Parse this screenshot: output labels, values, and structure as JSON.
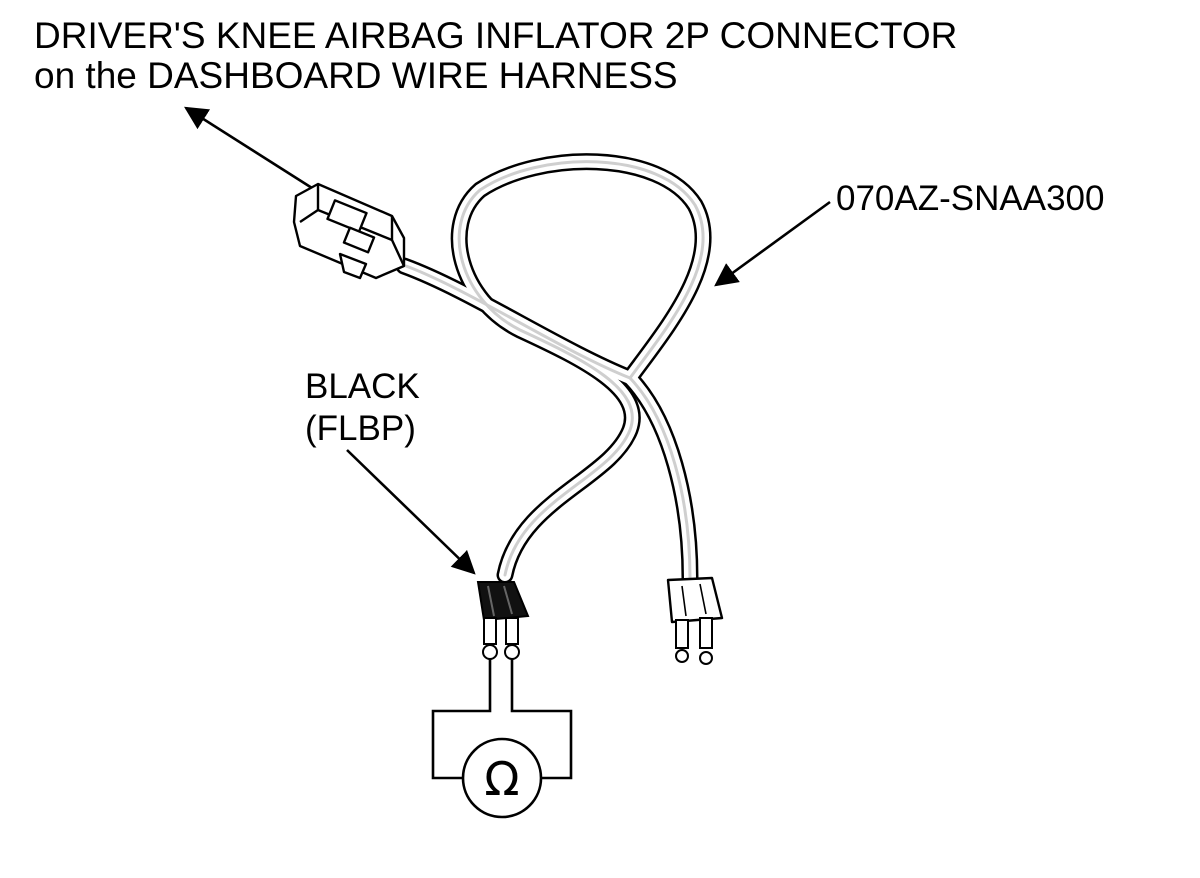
{
  "labels": {
    "connector_line1": "DRIVER'S KNEE AIRBAG INFLATOR 2P CONNECTOR",
    "connector_line2": "on the DASHBOARD WIRE HARNESS",
    "part_number": "070AZ-SNAA300",
    "plug_color_line1": "BLACK",
    "plug_color_line2": "(FLBP)",
    "meter_symbol": "Ω"
  },
  "icons": {
    "meter": "ohmmeter-icon",
    "connector": "2p-connector-icon",
    "black_plug": "black-plug-icon",
    "white_plug": "white-plug-icon"
  },
  "colors": {
    "line": "#000000",
    "background": "#ffffff",
    "black_plug": "#111111",
    "white_plug": "#ffffff"
  }
}
